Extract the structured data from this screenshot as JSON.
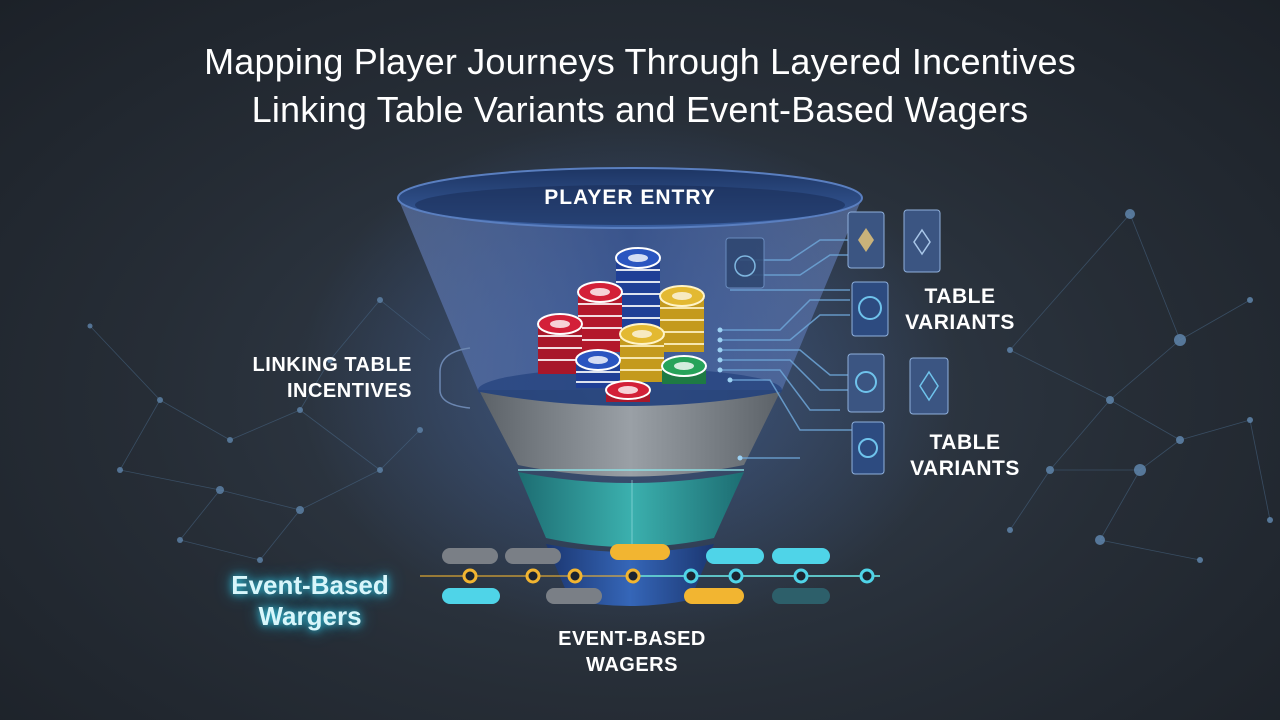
{
  "title": {
    "line1": "Mapping Player Journeys Through Layered Incentives",
    "line2": "Linking Table Variants and Event-Based Wagers"
  },
  "funnel": {
    "top_label": "PLAYER ENTRY"
  },
  "labels": {
    "linking_line1": "LINKING TABLE",
    "linking_line2": "INCENTIVES",
    "table_variants_1_line1": "TABLE",
    "table_variants_1_line2": "VARIANTS",
    "table_variants_2_line1": "TABLE",
    "table_variants_2_line2": "VARIANTS",
    "event_left_line1": "Event-Based",
    "event_left_line2": "Wargers",
    "event_bottom_line1": "EVENT-BASED",
    "event_bottom_line2": "WAGERS"
  },
  "colors": {
    "funnel_top": "#2f4d86",
    "funnel_gray": "#8a9096",
    "funnel_teal": "#2f9a9e",
    "funnel_blue": "#2a4f95",
    "accent_gold": "#f2b531",
    "accent_cyan": "#4fd4e8"
  },
  "icons": [
    "poker-chip-stack-icon",
    "card-panel-icon",
    "event-node-icon"
  ]
}
